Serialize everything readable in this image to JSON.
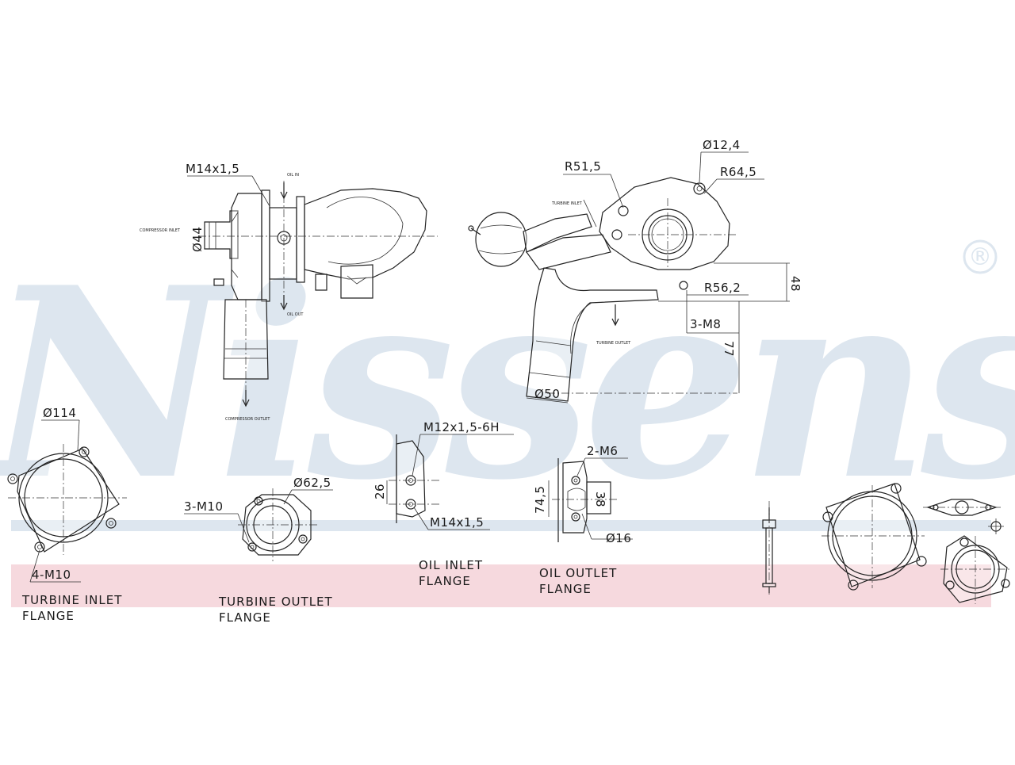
{
  "watermark": {
    "brand": "Nissens",
    "registered_mark": "®",
    "brand_color": "#dde6ef",
    "band_color": "#f6d9de",
    "line_color": "#dde6ef"
  },
  "dimensions": {
    "side_m14": "M14x1,5",
    "side_dia44": "Ø44",
    "front_r515": "R51,5",
    "front_d124": "Ø12,4",
    "front_r645": "R64,5",
    "front_r562": "R56,2",
    "front_3m8": "3-M8",
    "front_d50": "Ø50",
    "front_v1": "48",
    "front_v2": "77",
    "inlet_d114": "Ø114",
    "inlet_4m10": "4-M10",
    "outlet_d625": "Ø62,5",
    "outlet_3m10": "3-M10",
    "oil_in_m12": "M12x1,5-6H",
    "oil_in_m14": "M14x1,5",
    "oil_in_26": "26",
    "oil_out_2m6": "2-M6",
    "oil_out_745": "74,5",
    "oil_out_38": "38",
    "oil_out_d16": "Ø16"
  },
  "labels": {
    "turbine_inlet": [
      "TURBINE INLET",
      "FLANGE"
    ],
    "turbine_outlet": [
      "TURBINE OUTLET",
      "FLANGE"
    ],
    "oil_inlet": [
      "OIL INLET",
      "FLANGE"
    ],
    "oil_outlet": [
      "OIL OUTLET",
      "FLANGE"
    ]
  },
  "arrow_notes": {
    "compressor_inlet": "COMPRESSOR INLET",
    "oil_in": "OIL IN",
    "oil_out": "OIL OUT",
    "compressor_outlet": "COMPRESSOR OUTLET",
    "turbine_inlet": "TURBINE INLET",
    "turbine_outlet": "TURBINE OUTLET"
  }
}
